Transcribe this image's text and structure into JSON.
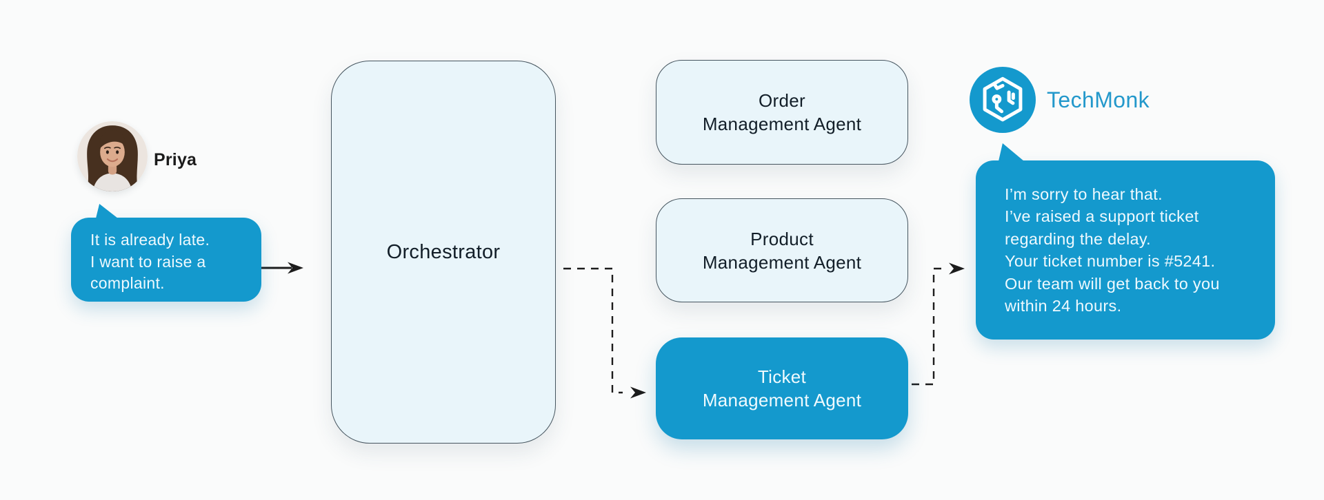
{
  "meta": {
    "description": "Agent orchestration flow diagram: customer message routed by an Orchestrator to a Ticket Management Agent, which replies via TechMonk"
  },
  "colors": {
    "brand_blue": "#1499cd",
    "light_box_fill": "#e9f5fa",
    "box_border": "#45545e",
    "dark_text": "#121e28",
    "bubble_text": "#eef9fe",
    "brand_text": "#2398cb",
    "connector": "#1c1c1c",
    "background": "#fafbfb"
  },
  "user": {
    "name": "Priya",
    "avatar_icon": "woman-portrait-avatar",
    "message_lines": {
      "0": "It is already late.",
      "1": "I want to raise a",
      "2": "complaint."
    }
  },
  "orchestrator": {
    "label": "Orchestrator"
  },
  "agents": {
    "order": {
      "line1": "Order",
      "line2": "Management Agent",
      "highlighted": false
    },
    "product": {
      "line1": "Product",
      "line2": "Management Agent",
      "highlighted": false
    },
    "ticket": {
      "line1": "Ticket",
      "line2": "Management Agent",
      "highlighted": true
    }
  },
  "bot": {
    "brand": "TechMonk",
    "logo_icon": "techmonk-circuit-cube-icon",
    "reply_lines": {
      "0": "I’m sorry to hear that.",
      "1": "I’ve raised a support ticket",
      "2": "regarding the delay.",
      "3": "Your ticket number is #5241.",
      "4": "Our team will get back to you",
      "5": "within 24 hours."
    }
  },
  "connectors": {
    "user_to_orchestrator": "solid-arrow",
    "orchestrator_to_ticket_agent": "dashed-elbow-arrow",
    "ticket_agent_to_reply": "dashed-elbow-arrow"
  }
}
